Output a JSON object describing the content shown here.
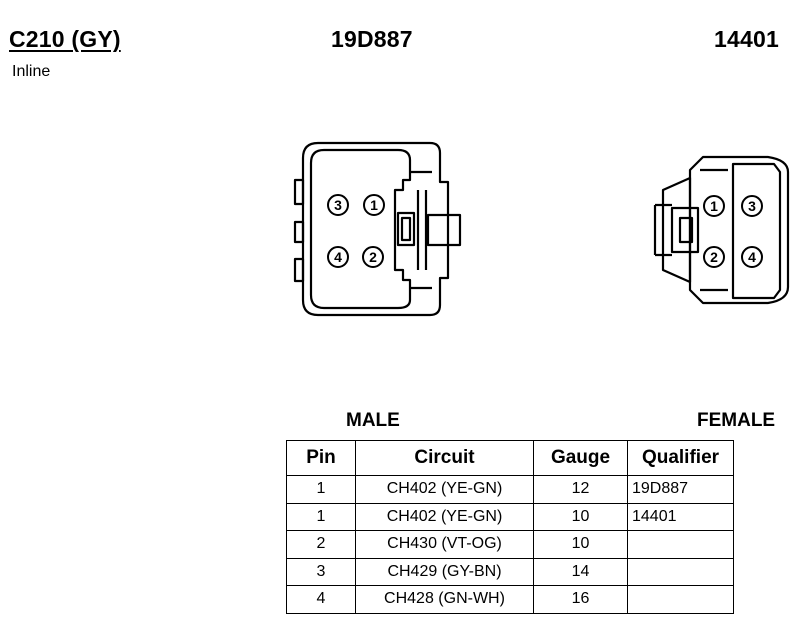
{
  "header": {
    "connector_id": "C210 (GY)",
    "location": "Inline",
    "part_number": "19D887",
    "harness_number": "14401"
  },
  "male_view": {
    "label": "MALE",
    "pins": [
      "3",
      "1",
      "4",
      "2"
    ]
  },
  "female_view": {
    "label": "FEMALE",
    "pins": [
      "1",
      "3",
      "2",
      "4"
    ]
  },
  "pin_table": {
    "headers": [
      "Pin",
      "Circuit",
      "Gauge",
      "Qualifier"
    ],
    "rows": [
      [
        "1",
        "CH402 (YE-GN)",
        "12",
        "19D887"
      ],
      [
        "1",
        "CH402 (YE-GN)",
        "10",
        "14401"
      ],
      [
        "2",
        "CH430 (VT-OG)",
        "10",
        ""
      ],
      [
        "3",
        "CH429 (GY-BN)",
        "14",
        ""
      ],
      [
        "4",
        "CH428 (GN-WH)",
        "16",
        ""
      ]
    ]
  }
}
